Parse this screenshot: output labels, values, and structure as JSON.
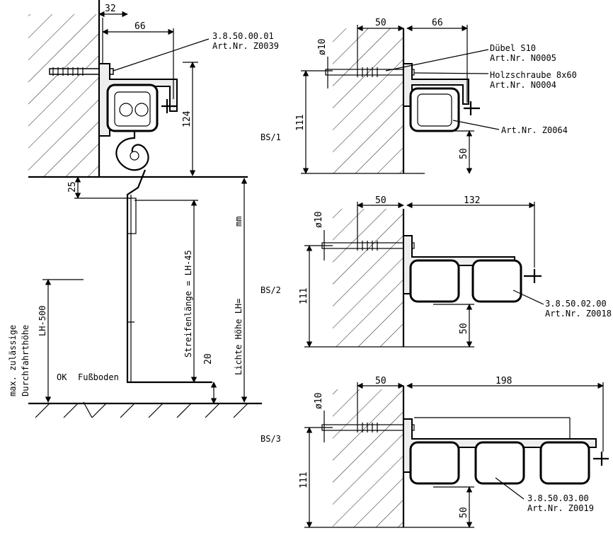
{
  "left": {
    "dim_32": "32",
    "dim_66": "66",
    "dim_124": "124",
    "dim_25": "25",
    "dim_20": "20",
    "label_part": "3.8.50.00.01",
    "label_art": "Art.Nr. Z0039",
    "label_streifen": "Streifenlänge = LH-45",
    "label_lichte": "Lichte Höhe LH=",
    "label_mm": "mm",
    "label_max": "max. zulässige",
    "label_durch": "Durchfahrthöhe",
    "label_lh500": "LH-500",
    "label_ok": "OK",
    "label_fuss": "Fußboden"
  },
  "bs1": {
    "label": "BS/1",
    "dim_50": "50",
    "dim_66": "66",
    "dim_phi": "ø10",
    "dim_111": "111",
    "dim_50v": "50",
    "dubel": "Dübel S10",
    "dubel_art": "Art.Nr. N0005",
    "holz": "Holzschraube 8x60",
    "holz_art": "Art.Nr. N0004",
    "art_rail": "Art.Nr. Z0064"
  },
  "bs2": {
    "label": "BS/2",
    "dim_50": "50",
    "dim_132": "132",
    "dim_phi": "ø10",
    "dim_111": "111",
    "dim_50v": "50",
    "part": "3.8.50.02.00",
    "art": "Art.Nr. Z0018"
  },
  "bs3": {
    "label": "BS/3",
    "dim_50": "50",
    "dim_198": "198",
    "dim_phi": "ø10",
    "dim_111": "111",
    "dim_50v": "50",
    "part": "3.8.50.03.00",
    "art": "Art.Nr. Z0019"
  }
}
